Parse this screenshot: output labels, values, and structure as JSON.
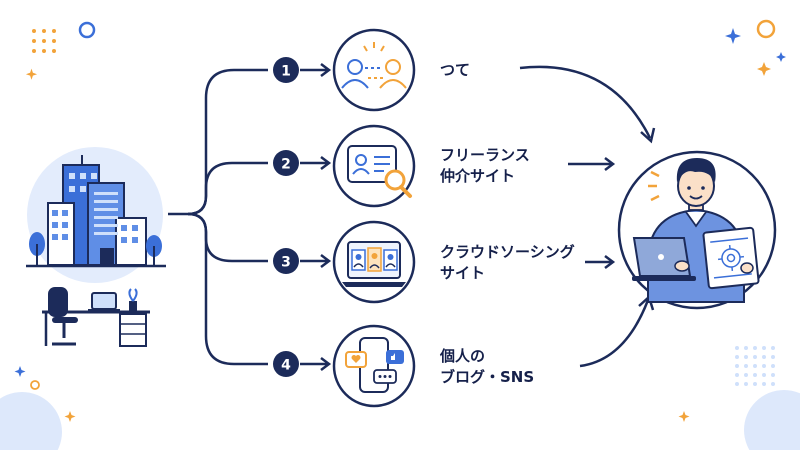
{
  "colors": {
    "navy": "#1c2b5a",
    "blue": "#3b6fd8",
    "light_blue": "#cfe0fb",
    "orange": "#f2a33a",
    "white": "#ffffff"
  },
  "steps": [
    {
      "number": "1",
      "line1": "つて",
      "line2": "",
      "icon": "people-connection-icon"
    },
    {
      "number": "2",
      "line1": "フリーランス",
      "line2": "仲介サイト",
      "icon": "profile-search-icon"
    },
    {
      "number": "3",
      "line1": "クラウドソーシング",
      "line2": "サイト",
      "icon": "laptop-profiles-icon"
    },
    {
      "number": "4",
      "line1": "個人の",
      "line2": "ブログ・SNS",
      "icon": "smartphone-social-icon"
    }
  ],
  "left_illustration": "company-office-icon",
  "right_illustration": "freelance-engineer-icon"
}
